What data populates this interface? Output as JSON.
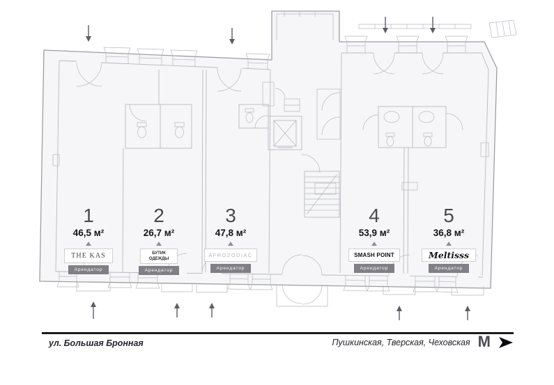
{
  "plan": {
    "units": [
      {
        "number": "1",
        "area": "46,5 м²",
        "tenant": "THE KAS",
        "badge": "Арендатор"
      },
      {
        "number": "2",
        "area": "26,7 м²",
        "tenant": "БУТИК ОДЕЖДЫ",
        "badge": "Арендатор"
      },
      {
        "number": "3",
        "area": "47,8 м²",
        "tenant": "AFROZODIAC",
        "badge": "Арендатор"
      },
      {
        "number": "4",
        "area": "53,9 м²",
        "tenant": "SMASH POINT",
        "badge": "Арендатор"
      },
      {
        "number": "5",
        "area": "36,8 м²",
        "tenant": "Meltisss",
        "badge": "Арендатор"
      }
    ]
  },
  "footer": {
    "street": "ул. Большая Бронная",
    "metro_stations": "Пушкинская, Тверская, Чеховская",
    "metro_icon_letter": "М"
  },
  "colors": {
    "badge-bg": "#7f7f85",
    "plan-fill": "#f6f6f8",
    "wall-line": "#9b9ea6",
    "detail-line": "#b7b9c0",
    "arrow-color": "#5c5c63",
    "footer-bar": "#1b1b20",
    "text-dark": "#121217",
    "unit-number": "#4a4a50",
    "tenant-muted": "#b4b4ba"
  }
}
